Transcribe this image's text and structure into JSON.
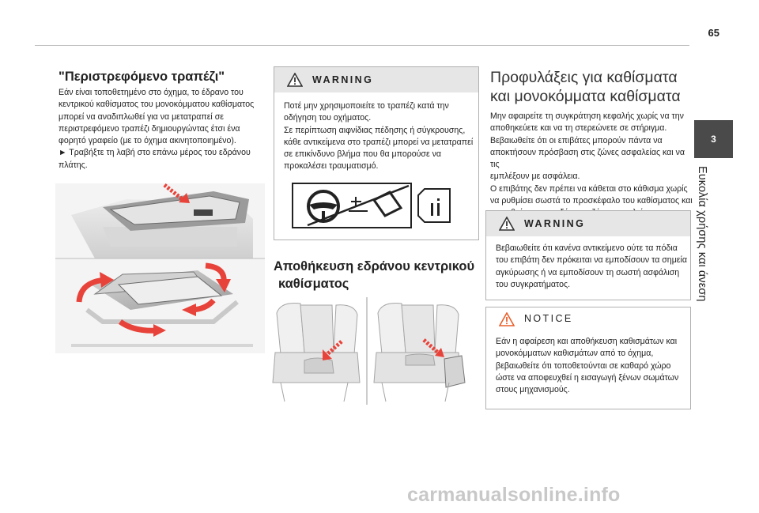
{
  "page": {
    "number": "65"
  },
  "sidebar": {
    "tab_number": "3",
    "vertical_title": "Ευκολία χρήσης και άνεση"
  },
  "col1": {
    "title": "\"Περιστρεφόμενο τραπέζι\"",
    "paragraph": "Εάν είναι τοποθετημένο στο όχημα, το έδρανο του κεντρικού καθίσματος του μονοκόμματου καθίσματος μπορεί να αναδιπλωθεί για να μετατραπεί σε περιστρεφόμενο τραπέζι δημιουργώντας έτσι ένα φορητό γραφείο (με το όχημα ακινητοποιημένο).",
    "step": "► Τραβήξτε τη λαβή στο επάνω μέρος του εδράνου πλάτης."
  },
  "col2": {
    "warning_label": "WARNING",
    "warning_lines": [
      "Ποτέ μην χρησιμοποιείτε το τραπέζι κατά την",
      "οδήγηση του οχήματος.",
      "Σε περίπτωση αιφνίδιας πέδησης ή σύγκρουσης,",
      "κάθε αντικείμενα στο τραπέζι μπορεί να μετατραπεί",
      "σε επικίνδυνο βλήμα που θα μπορούσε να",
      "προκαλέσει τραυματισμό."
    ],
    "section_title_line1": "Αποθήκευση εδράνου κεντρικού",
    "section_title_line2": "καθίσματος"
  },
  "col3": {
    "title_line1": "Προφυλάξεις για καθίσματα",
    "title_line2": "και μονοκόμματα καθίσματα",
    "paragraph_lines": [
      "Μην αφαιρείτε τη συγκράτηση κεφαλής χωρίς να την",
      "αποθηκεύετε και να τη στερεώνετε σε στήριγμα.",
      "Βεβαιωθείτε ότι οι επιβάτες μπορούν πάντα να",
      "αποκτήσουν πρόσβαση στις ζώνες ασφαλείας και να τις",
      "εμπλέξουν με ασφάλεια.",
      "Ο επιβάτης δεν πρέπει να κάθεται στο κάθισμα χωρίς",
      "να ρυθμίσει σωστά το προσκέφαλο του καθίσματος και",
      "να ρυθμίσει και να δέσει τη ζώνη ασφαλείας του."
    ],
    "warning_label": "WARNING",
    "warning_lines": [
      "Βεβαιωθείτε ότι κανένα αντικείμενο ούτε τα πόδια",
      "του επιβάτη δεν πρόκειται να εμποδίσουν τα σημεία",
      "αγκύρωσης ή να εμποδίσουν τη σωστή ασφάλιση",
      "του συγκρατήματος."
    ],
    "notice_label": "NOTICE",
    "notice_lines": [
      "Εάν η αφαίρεση και αποθήκευση καθισμάτων και",
      "μονοκόμματων καθισμάτων από το όχημα,",
      "βεβαιωθείτε ότι τοποθετούνται σε καθαρό χώρο",
      "ώστε να αποφευχθεί η εισαγωγή ξένων σωμάτων",
      "στους μηχανισμούς."
    ]
  },
  "watermark": "carmanualsonline.info",
  "colors": {
    "arrow": "#e8433a",
    "tab": "#4a4a4a",
    "warning_bg": "#e6e6e6",
    "notice_icon": "#e85f2b"
  }
}
